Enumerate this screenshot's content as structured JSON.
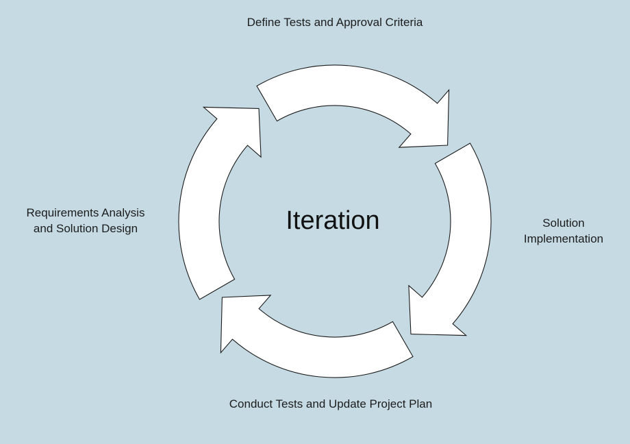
{
  "colors": {
    "background": "#c5dae3",
    "arrow_fill": "#ffffff",
    "arrow_stroke": "#1a1a1a"
  },
  "diagram": {
    "center_label": "Iteration",
    "stages": {
      "top": "Define Tests and Approval Criteria",
      "right": "Solution\nImplementation",
      "bottom": "Conduct Tests and Update Project Plan",
      "left": "Requirements Analysis\nand Solution Design"
    }
  }
}
